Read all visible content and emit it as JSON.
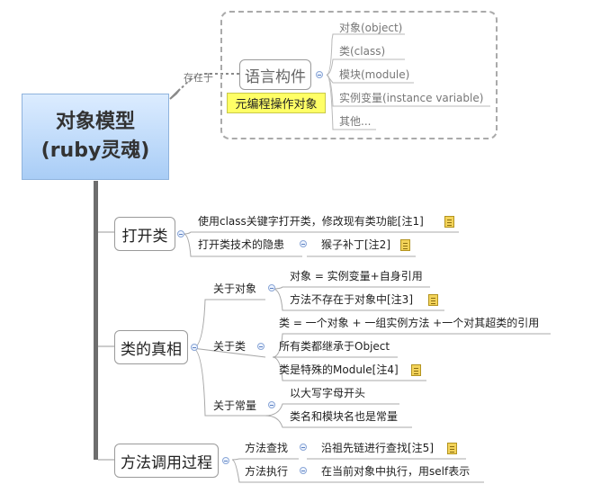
{
  "root": {
    "line1": "对象模型",
    "line2": "(ruby灵魂)"
  },
  "callout": {
    "connector_label": "存在于",
    "title": "语言构件",
    "subtitle": "元编程操作对象",
    "items": [
      "对象(object)",
      "类(class)",
      "模块(module)",
      "实例变量(instance variable)",
      "其他..."
    ]
  },
  "branches": [
    {
      "title": "打开类",
      "children": [
        {
          "label": "使用class关键字打开类，修改现有类功能[注1]",
          "note": true
        },
        {
          "label": "打开类技术的隐患",
          "child": {
            "label": "猴子补丁[注2]",
            "note": true
          }
        }
      ]
    },
    {
      "title": "类的真相",
      "groups": [
        {
          "label": "关于对象",
          "items": [
            {
              "label": "对象 = 实例变量+自身引用",
              "note": false
            },
            {
              "label": "方法不存在于对象中[注3]",
              "note": true
            }
          ]
        },
        {
          "label": "关于类",
          "items": [
            {
              "label": "类 = 一个对象 + 一组实例方法 +一个对其超类的引用",
              "note": false
            },
            {
              "label": "所有类都继承于Object",
              "note": false
            },
            {
              "label": "类是特殊的Module[注4]",
              "note": true
            }
          ]
        },
        {
          "label": "关于常量",
          "items": [
            {
              "label": "以大写字母开头",
              "note": false
            },
            {
              "label": "类名和模块名也是常量",
              "note": false
            }
          ]
        }
      ]
    },
    {
      "title": "方法调用过程",
      "groups": [
        {
          "label": "方法查找",
          "items": [
            {
              "label": "沿祖先链进行查找[注5]",
              "note": true
            }
          ]
        },
        {
          "label": "方法执行",
          "items": [
            {
              "label": "在当前对象中执行，用self表示",
              "note": false
            }
          ]
        }
      ]
    }
  ]
}
